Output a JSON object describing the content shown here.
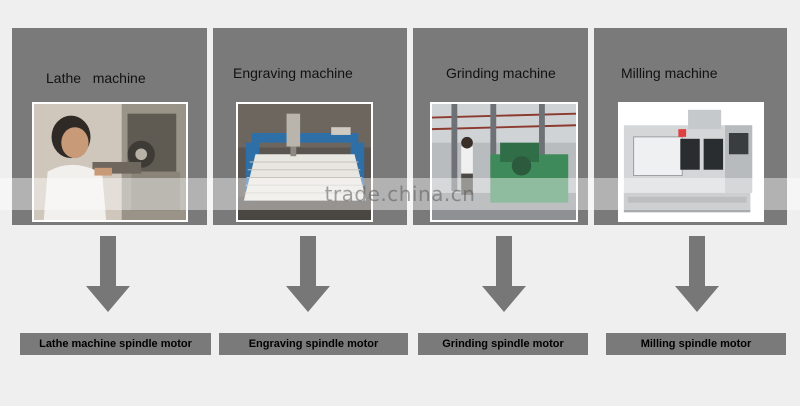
{
  "watermark": "trade.china.cn",
  "machines": [
    {
      "title": "Lathe   machine",
      "motor": "Lathe machine spindle motor",
      "photo_icon": "lathe-photo"
    },
    {
      "title": "Engraving machine",
      "motor": "Engraving spindle motor",
      "photo_icon": "engraving-photo"
    },
    {
      "title": "Grinding machine",
      "motor": "Grinding spindle motor",
      "photo_icon": "grinding-photo"
    },
    {
      "title": "Milling machine",
      "motor": "Milling spindle motor",
      "photo_icon": "milling-photo"
    }
  ],
  "colors": {
    "background": "#efefef",
    "panel": "#7a7a7a",
    "arrow": "#777777",
    "label_bar": "#7a7a7a"
  }
}
